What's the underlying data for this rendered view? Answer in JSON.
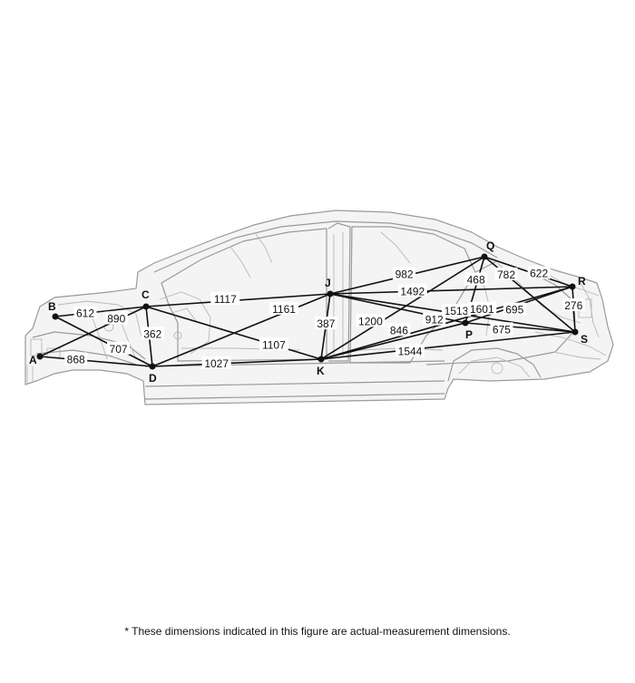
{
  "points": {
    "A": {
      "label": "A"
    },
    "B": {
      "label": "B"
    },
    "C": {
      "label": "C"
    },
    "D": {
      "label": "D"
    },
    "J": {
      "label": "J"
    },
    "K": {
      "label": "K"
    },
    "P": {
      "label": "P"
    },
    "Q": {
      "label": "Q"
    },
    "R": {
      "label": "R"
    },
    "S": {
      "label": "S"
    }
  },
  "dimensions": [
    {
      "from": "A",
      "to": "D",
      "value": "868"
    },
    {
      "from": "B",
      "to": "C",
      "value": "612"
    },
    {
      "from": "A",
      "to": "C",
      "value": "890"
    },
    {
      "from": "B",
      "to": "D",
      "value": "707"
    },
    {
      "from": "C",
      "to": "D",
      "value": "362"
    },
    {
      "from": "C",
      "to": "J",
      "value": "1117"
    },
    {
      "from": "C",
      "to": "K",
      "value": "1107"
    },
    {
      "from": "D",
      "to": "J",
      "value": "1161"
    },
    {
      "from": "D",
      "to": "K",
      "value": "1027"
    },
    {
      "from": "J",
      "to": "K",
      "value": "387"
    },
    {
      "from": "J",
      "to": "Q",
      "value": "982"
    },
    {
      "from": "J",
      "to": "R",
      "value": "1492"
    },
    {
      "from": "J",
      "to": "S",
      "value": "1513"
    },
    {
      "from": "K",
      "to": "Q",
      "value": "1200"
    },
    {
      "from": "K",
      "to": "R",
      "value": "1601"
    },
    {
      "from": "K",
      "to": "S",
      "value": "1544"
    },
    {
      "from": "Q",
      "to": "P",
      "value": "468"
    },
    {
      "from": "Q",
      "to": "S",
      "value": "782"
    },
    {
      "from": "Q",
      "to": "R",
      "value": "622"
    },
    {
      "from": "R",
      "to": "S",
      "value": "276"
    },
    {
      "from": "P",
      "to": "R",
      "value": "695"
    },
    {
      "from": "P",
      "to": "S",
      "value": "675"
    },
    {
      "from": "K",
      "to": "P",
      "value": "846"
    },
    {
      "from": "J",
      "to": "P",
      "value": "912"
    }
  ],
  "footnote": "*  These dimensions indicated in this figure are actual-measurement dimensions."
}
